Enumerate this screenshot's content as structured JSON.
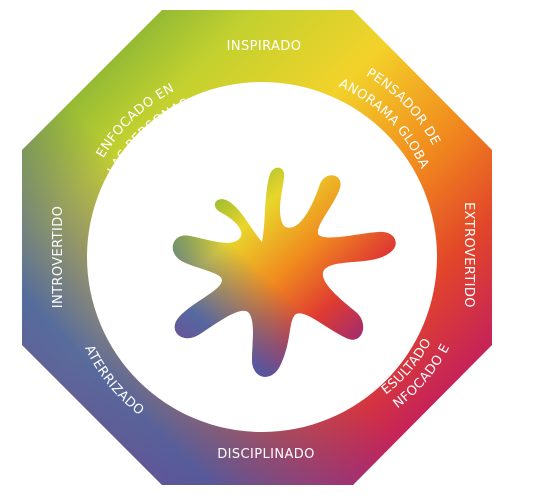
{
  "diagram": {
    "labels": {
      "top": "INSPIRADO",
      "top_right": [
        "PENSADOR DE",
        "PANORAMA GLOBAL"
      ],
      "right": "EXTROVERTIDO",
      "bottom_right": [
        "ENFOCADO EN",
        "RESULTADOS"
      ],
      "bottom": "DISCIPLINADO",
      "bottom_left": "ATERRIZADO",
      "left": "INTROVERTIDO",
      "top_left": [
        "ENFOCADO EN",
        "LAS PERSONAS"
      ]
    },
    "colors": {
      "green": "#5fae3a",
      "yellow_green": "#b6cd2e",
      "yellow": "#f2dc2b",
      "orange": "#f18b1d",
      "red_orange": "#e4442a",
      "red": "#d9264a",
      "magenta": "#b52368",
      "purple": "#7a3a93",
      "blue": "#3a5fb4",
      "teal": "#2f8a7a"
    }
  }
}
